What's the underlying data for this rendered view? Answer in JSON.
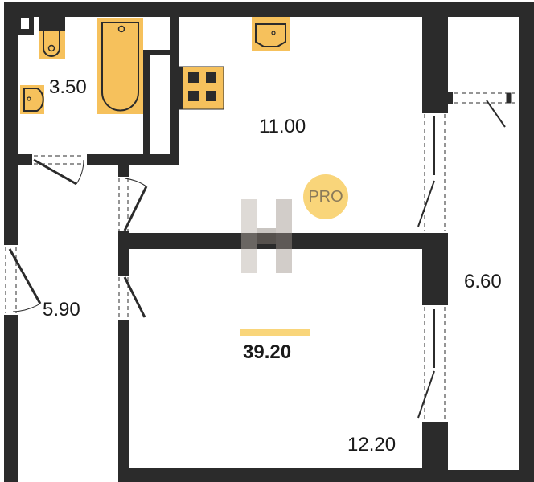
{
  "colors": {
    "wall": "#2b2b2b",
    "fixture": "#f6c15c",
    "accent": "#f9d57a"
  },
  "rooms": {
    "bathroom_area": "3.50",
    "kitchen_area": "11.00",
    "balcony_area": "6.60",
    "hall_area": "5.90",
    "living_area": "12.20"
  },
  "total_area": "39.20",
  "badge": "PRO"
}
